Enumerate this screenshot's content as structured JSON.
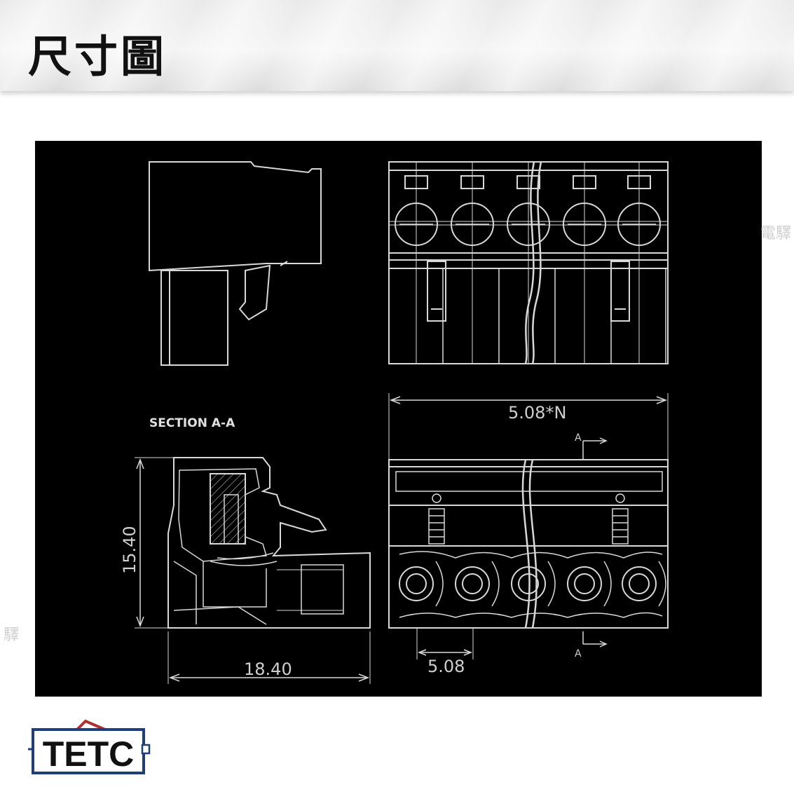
{
  "header": {
    "title": "尺寸圖"
  },
  "drawing": {
    "section_label": "SECTION A-A",
    "dim_total_width": "5.08*N",
    "dim_pitch": "5.08",
    "dim_height": "15.40",
    "dim_depth": "18.40",
    "section_marker_top": "A",
    "section_marker_bottom": "A"
  },
  "watermarks": {
    "right": "電驛",
    "left": "驛"
  },
  "logo": {
    "text": "TETC",
    "color": "#1f3f7a",
    "accent": "#b03030"
  },
  "colors": {
    "background": "#000000",
    "line": "#d8d8d8"
  }
}
